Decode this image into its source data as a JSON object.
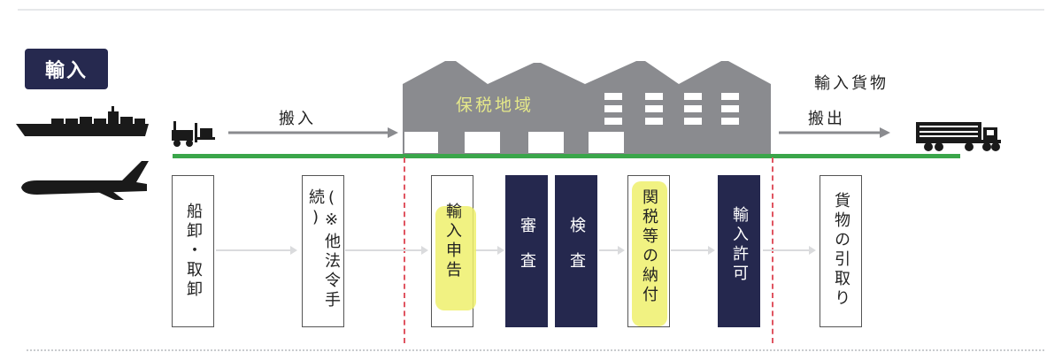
{
  "badge": "輸入",
  "labels": {
    "hannyu": "搬入",
    "hanshutsu": "搬出",
    "yunyu_kamotsu": "輸入貨物",
    "hozei_chiiki": "保税地域"
  },
  "steps": [
    {
      "text": "船卸・取卸",
      "style": "outline",
      "highlight": false
    },
    {
      "text": "(※他法令手続)",
      "style": "outline",
      "highlight": false
    },
    {
      "text": "輸入申告",
      "style": "outline",
      "highlight": true
    },
    {
      "text": "審査",
      "style": "dark",
      "highlight": false
    },
    {
      "text": "検査",
      "style": "dark",
      "highlight": false
    },
    {
      "text": "関税等の納付",
      "style": "outline",
      "highlight": true
    },
    {
      "text": "輸入許可",
      "style": "dark",
      "highlight": false
    },
    {
      "text": "貨物の引取り",
      "style": "outline",
      "highlight": false
    }
  ],
  "colors": {
    "navy": "#25284e",
    "warehouse": "#8a8b8f",
    "flow_line": "#3aa64a",
    "boundary": "#e05561",
    "highlight": "#eef06c"
  },
  "icons": [
    "container-ship-icon",
    "airplane-icon",
    "forklift-icon",
    "truck-icon",
    "warehouse-icon"
  ]
}
